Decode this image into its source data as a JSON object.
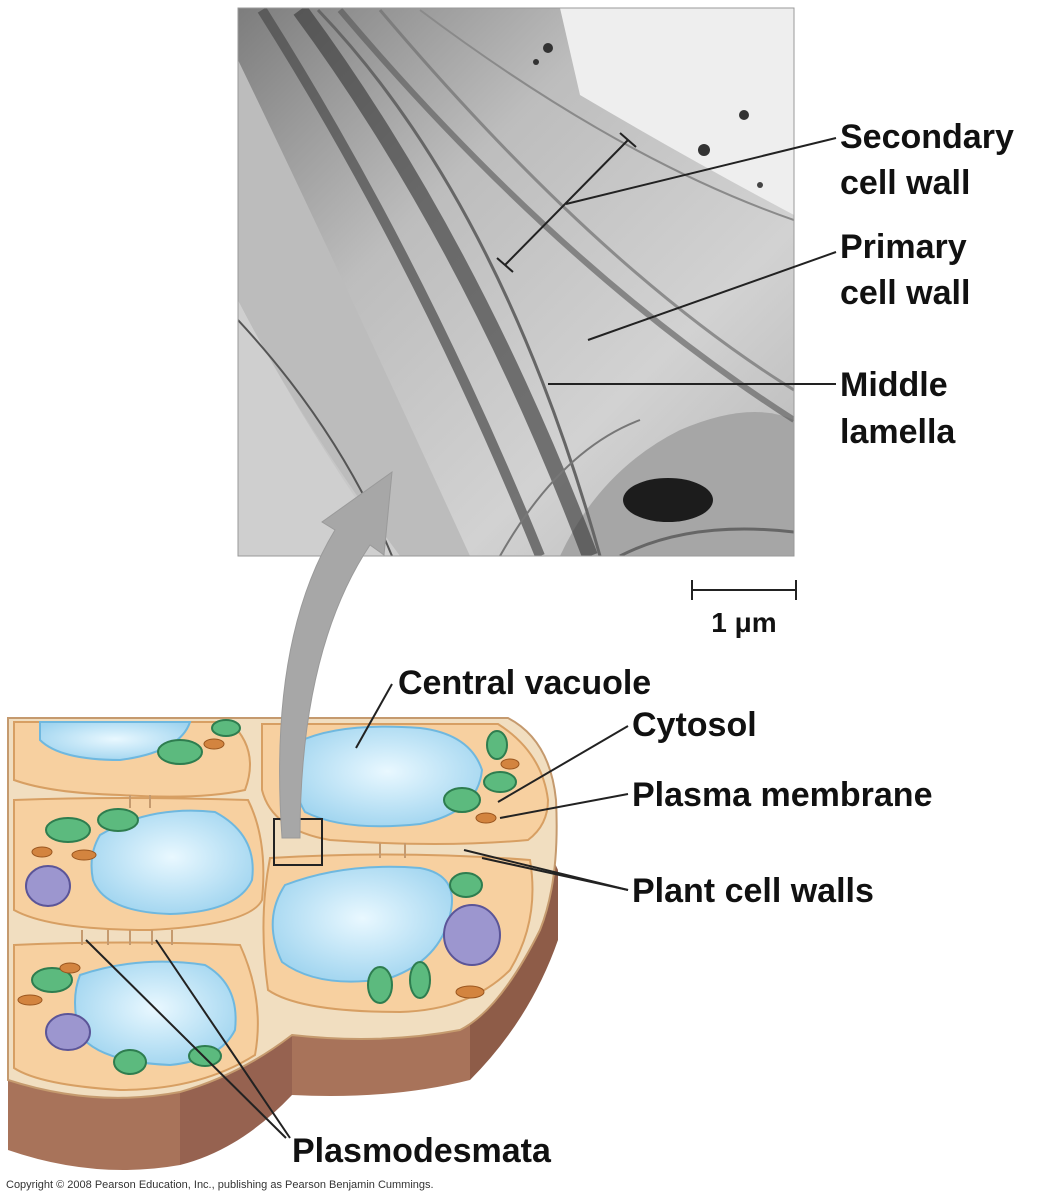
{
  "micrograph": {
    "labels": {
      "secondary_line1": "Secondary",
      "secondary_line2": "cell wall",
      "primary_line1": "Primary",
      "primary_line2": "cell wall",
      "middle_line1": "Middle",
      "middle_line2": "lamella"
    },
    "scale_bar": {
      "label": "1 μm"
    }
  },
  "diagram": {
    "labels": {
      "central_vacuole": "Central vacuole",
      "cytosol": "Cytosol",
      "plasma_membrane": "Plasma membrane",
      "plant_cell_walls": "Plant cell walls",
      "plasmodesmata": "Plasmodesmata"
    }
  },
  "copyright": "Copyright © 2008 Pearson Education, Inc., publishing as Pearson Benjamin Cummings.",
  "colors": {
    "cytoplasm": "#f7d0a0",
    "cell_wall": "#f1dec0",
    "vacuole": "#a5d9f2",
    "chloroplast": "#5cba7e",
    "nucleus": "#9c96cf",
    "mitochondrion": "#d3843f",
    "wall_side": "#a8735a",
    "arrow": "#a7a7a7"
  }
}
